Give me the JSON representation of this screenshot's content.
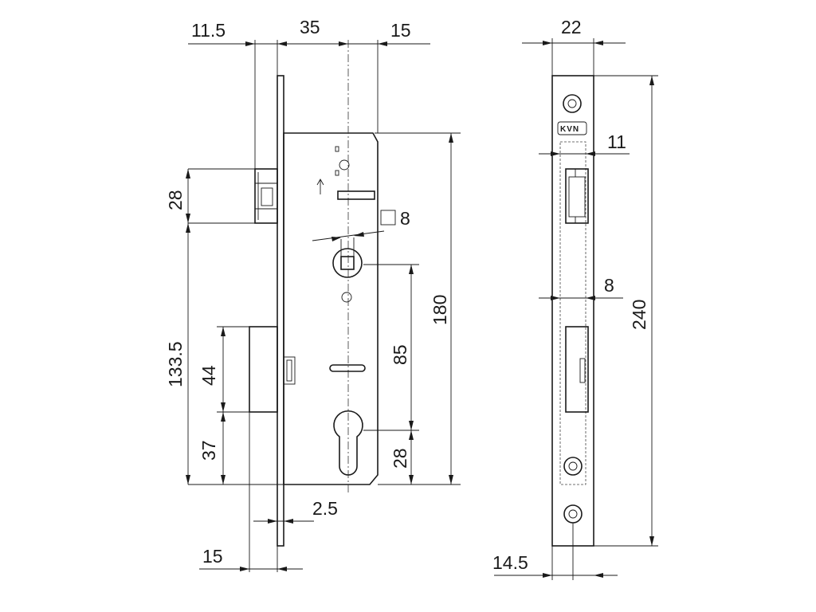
{
  "brand": "KVN",
  "dimensions": {
    "backset_11_5": "11.5",
    "case_35": "35",
    "offset_15_top": "15",
    "latch_28": "28",
    "total_133_5": "133.5",
    "deadbolt_44": "44",
    "lower_37": "37",
    "plate_2_5": "2.5",
    "bottom_15": "15",
    "spindle_sq8": "8",
    "center_85": "85",
    "cyl_28": "28",
    "height_180": "180",
    "face_22": "22",
    "face_11": "11",
    "face_8": "8",
    "face_240": "240",
    "face_14_5": "14.5"
  }
}
